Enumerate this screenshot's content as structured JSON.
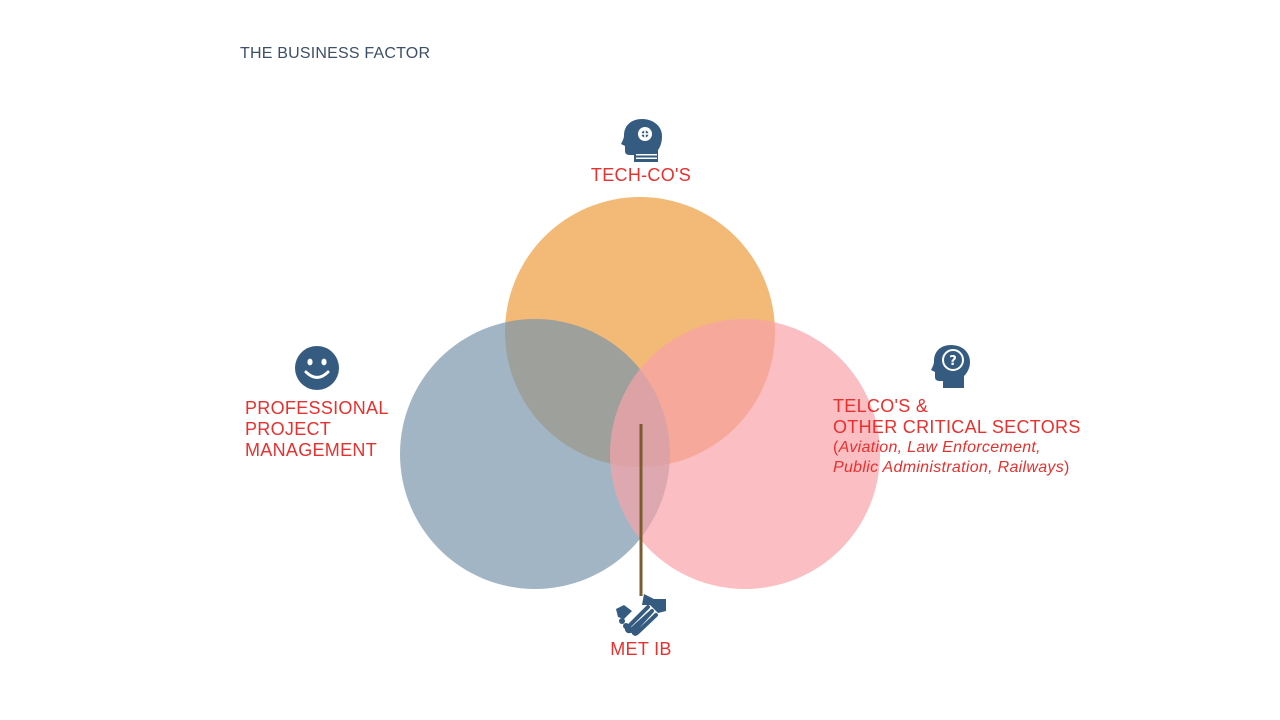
{
  "slide": {
    "title": "THE BUSINESS FACTOR"
  },
  "colors": {
    "label_red": "#e8302e",
    "icon_blue": "#355c80",
    "circle_orange": "#f0ad5f",
    "circle_blue": "#7a95ab",
    "circle_pink": "#f8a3aa",
    "connector_brown": "#7a5c2e"
  },
  "diagram": {
    "top": {
      "label": "TECH-CO'S",
      "icon": "head-gear-icon"
    },
    "left": {
      "label_lines": [
        "PROFESSIONAL",
        "PROJECT",
        "MANAGEMENT"
      ],
      "icon": "smiley-face-icon"
    },
    "right": {
      "label_line1": "TELCO'S &",
      "label_line2": "OTHER CRITICAL SECTORS",
      "sub_line1": "Aviation, Law Enforcement,",
      "sub_line2": "Public Administration, Railways",
      "open_paren": "(",
      "close_paren": ")",
      "icon": "head-question-icon"
    },
    "bottom": {
      "label": "MET IB",
      "icon": "handshake-icon"
    }
  }
}
